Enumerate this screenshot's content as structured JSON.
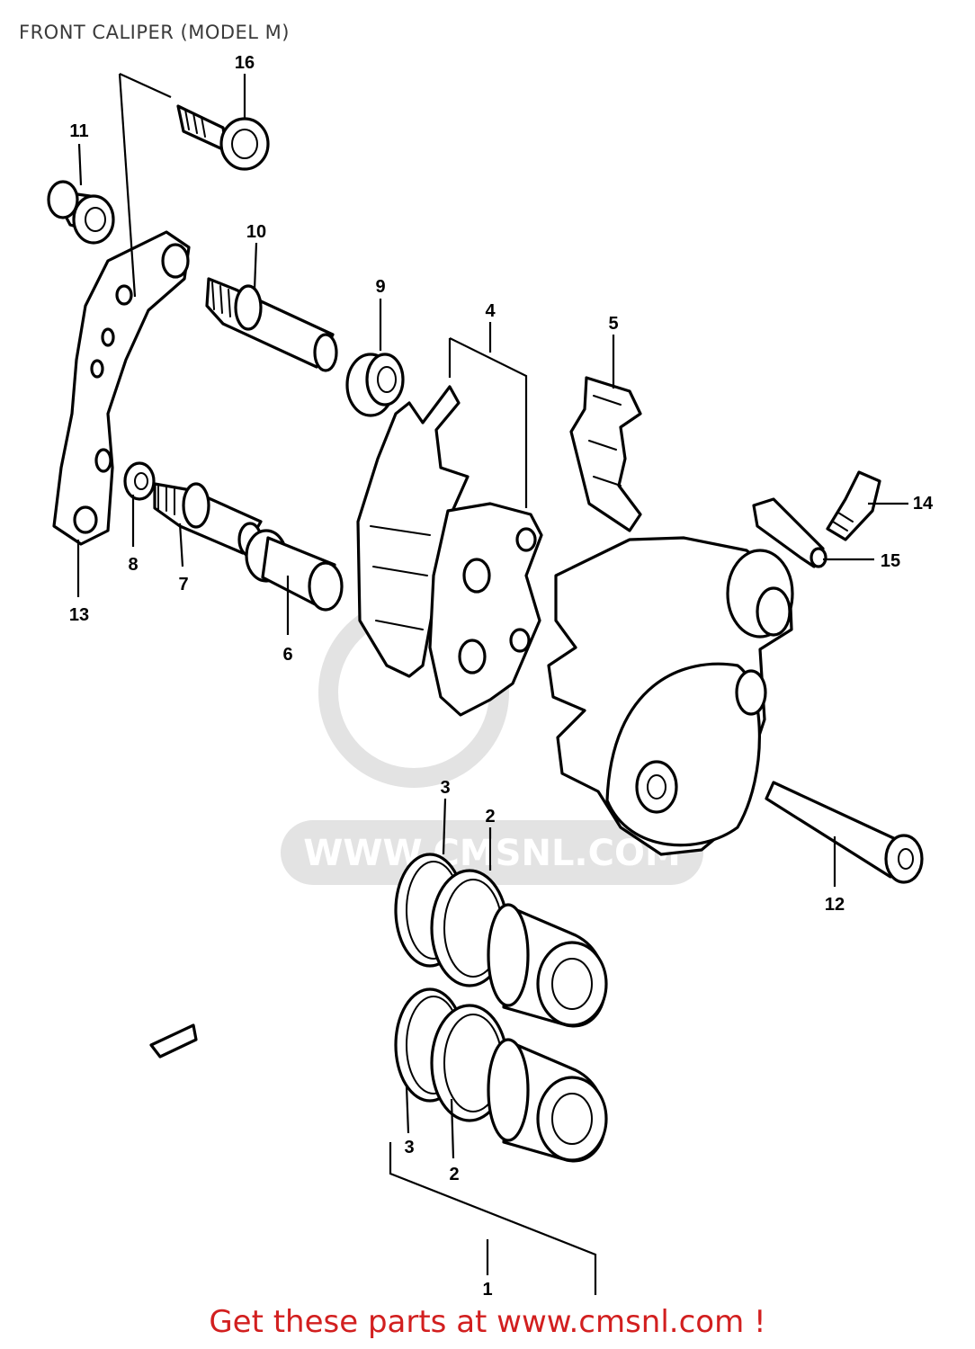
{
  "title": "FRONT CALIPER (MODEL M)",
  "footer": "Get these parts at www.cmsnl.com !",
  "watermark": "WWW.CMSNL.COM",
  "colors": {
    "footer": "#d21f1f",
    "ink": "#000000",
    "watermark": "#e3e3e3"
  },
  "part_labels": {
    "p1": "1",
    "p2a": "2",
    "p2b": "2",
    "p3a": "3",
    "p3b": "3",
    "p4": "4",
    "p5": "5",
    "p6": "6",
    "p7": "7",
    "p8": "8",
    "p9": "9",
    "p10": "10",
    "p11": "11",
    "p12": "12",
    "p13": "13",
    "p14": "14",
    "p15": "15",
    "p16": "16"
  }
}
